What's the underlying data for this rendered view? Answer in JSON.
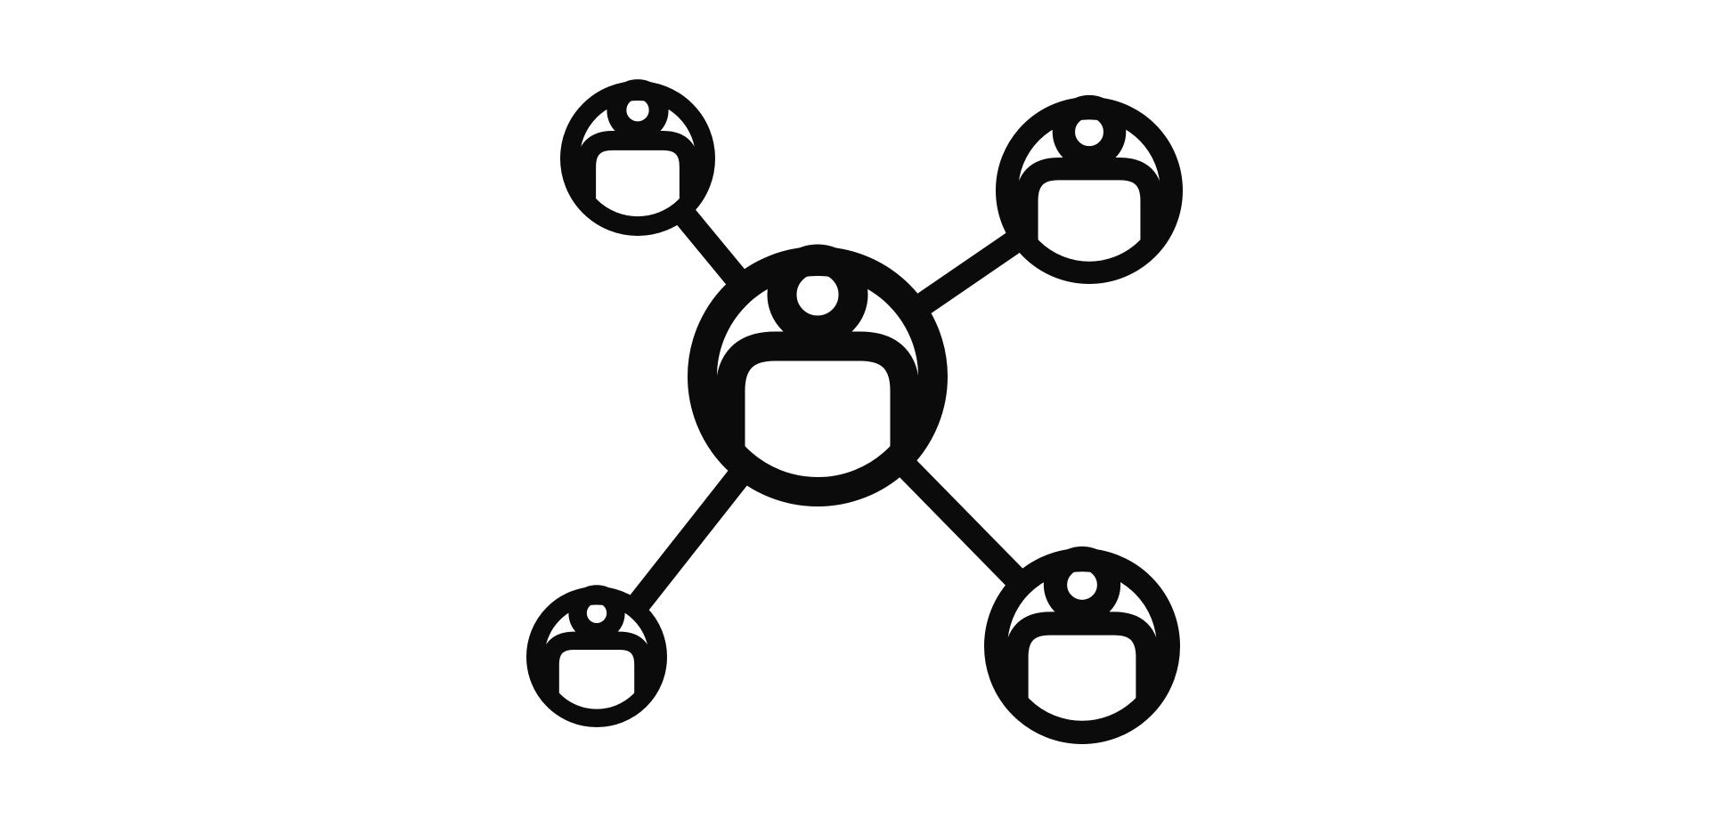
{
  "icon": {
    "name": "network-users-icon",
    "stroke_color": "#0a0b0a",
    "background_color": "#ffffff",
    "nodes": [
      {
        "id": "center",
        "name": "central-user-node"
      },
      {
        "id": "top-left",
        "name": "top-left-user-node"
      },
      {
        "id": "top-right",
        "name": "top-right-user-node"
      },
      {
        "id": "bottom-left",
        "name": "bottom-left-user-node"
      },
      {
        "id": "bottom-right",
        "name": "bottom-right-user-node"
      }
    ],
    "connections": [
      {
        "from": "center",
        "to": "top-left"
      },
      {
        "from": "center",
        "to": "top-right"
      },
      {
        "from": "center",
        "to": "bottom-left"
      },
      {
        "from": "center",
        "to": "bottom-right"
      }
    ]
  }
}
